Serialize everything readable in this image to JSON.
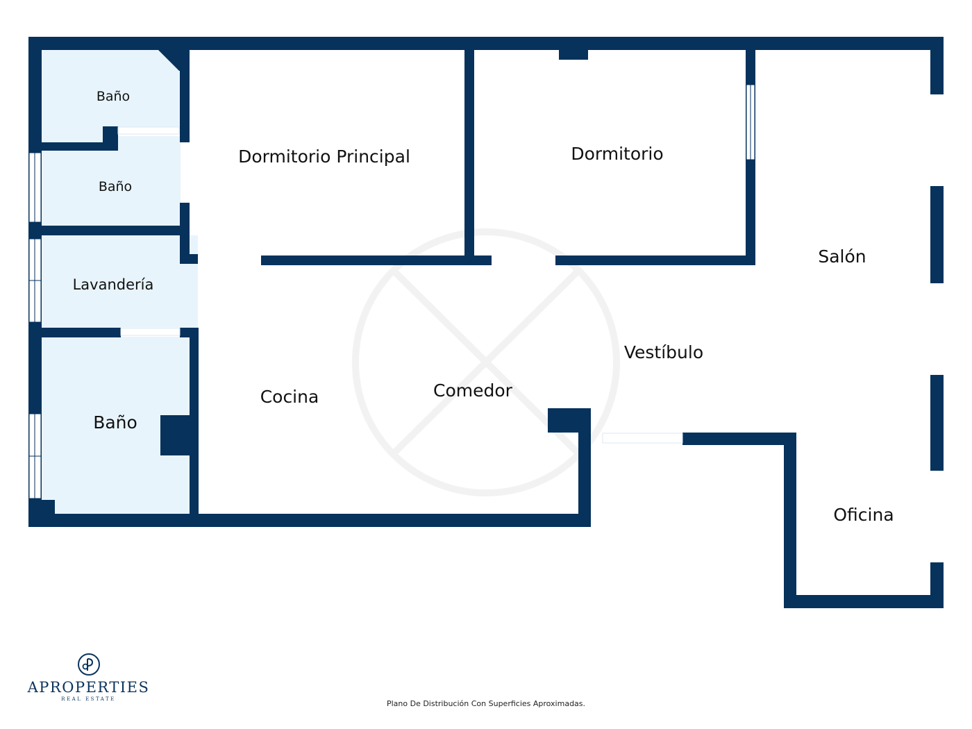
{
  "colors": {
    "wall": "#06325c",
    "wet_room_fill": "#e8f4fc",
    "floor_fill": "#ffffff",
    "window": "#ffffff"
  },
  "rooms": {
    "bano_1": "Baño",
    "bano_2": "Baño",
    "lavanderia": "Lavandería",
    "bano_3": "Baño",
    "dormitorio_principal": "Dormitorio Principal",
    "dormitorio": "Dormitorio",
    "salon": "Salón",
    "vestibulo": "Vestíbulo",
    "cocina": "Cocina",
    "comedor": "Comedor",
    "oficina": "Oficina"
  },
  "logo": {
    "name": "APROPERTIES",
    "subtitle": "REAL ESTATE",
    "icon": "ap-monogram-icon"
  },
  "footnote": "Plano De Distribución Con Superficies Aproximadas."
}
